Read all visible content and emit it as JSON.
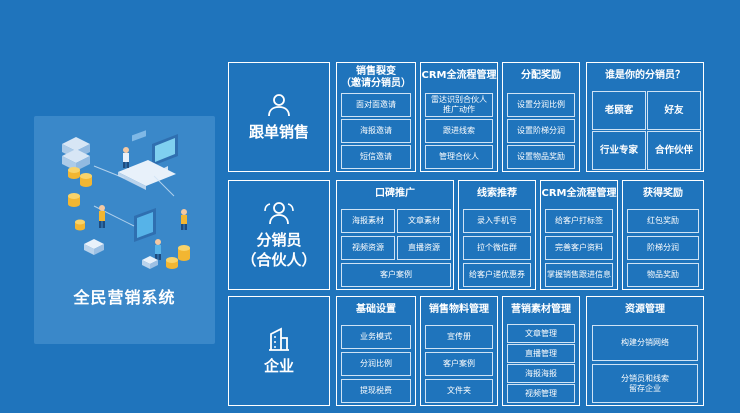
{
  "left": {
    "title": "全民营销系统"
  },
  "rows": [
    {
      "label": "跟单销售",
      "icon": "user-icon"
    },
    {
      "label": "分销员\n（合伙人）",
      "icon": "partner-icon"
    },
    {
      "label": "企业",
      "icon": "building-icon"
    }
  ],
  "groups": {
    "r1g1": {
      "title": "销售裂变\n（邀请分销员）",
      "items": [
        "面对面邀请",
        "海报邀请",
        "短信邀请"
      ]
    },
    "r1g2": {
      "title": "CRM全流程管理",
      "items": [
        "雷达识别合伙人\n推广动作",
        "跟进线索",
        "管理合伙人"
      ]
    },
    "r1g3": {
      "title": "分配奖励",
      "items": [
        "设置分润比例",
        "设置阶梯分润",
        "设置物品奖励"
      ]
    },
    "r1g4": {
      "title": "谁是你的分销员？",
      "items": [
        "老顾客",
        "好友",
        "行业专家",
        "合作伙伴"
      ]
    },
    "r2g1": {
      "title": "口碑推广",
      "items": [
        "海报素材",
        "文章素材",
        "视频资源",
        "直播资源",
        "客户案例"
      ]
    },
    "r2g2": {
      "title": "线索推荐",
      "items": [
        "录入手机号",
        "拉个微信群",
        "给客户递优惠券"
      ]
    },
    "r2g3": {
      "title": "CRM全流程管理",
      "items": [
        "给客户打标签",
        "完善客户资料",
        "掌握销售跟进信息"
      ]
    },
    "r2g4": {
      "title": "获得奖励",
      "items": [
        "红包奖励",
        "阶梯分润",
        "物品奖励"
      ]
    },
    "r3g1": {
      "title": "基础设置",
      "items": [
        "业务模式",
        "分润比例",
        "提现税费"
      ]
    },
    "r3g2": {
      "title": "销售物料管理",
      "items": [
        "宣传册",
        "客户案例",
        "文件夹"
      ]
    },
    "r3g3": {
      "title": "营销素材管理",
      "items": [
        "文章管理",
        "直播管理",
        "海报海报",
        "视频管理"
      ]
    },
    "r3g4": {
      "title": "资源管理",
      "items": [
        "构建分销网络",
        "分销员和线索\n留存企业"
      ]
    }
  }
}
